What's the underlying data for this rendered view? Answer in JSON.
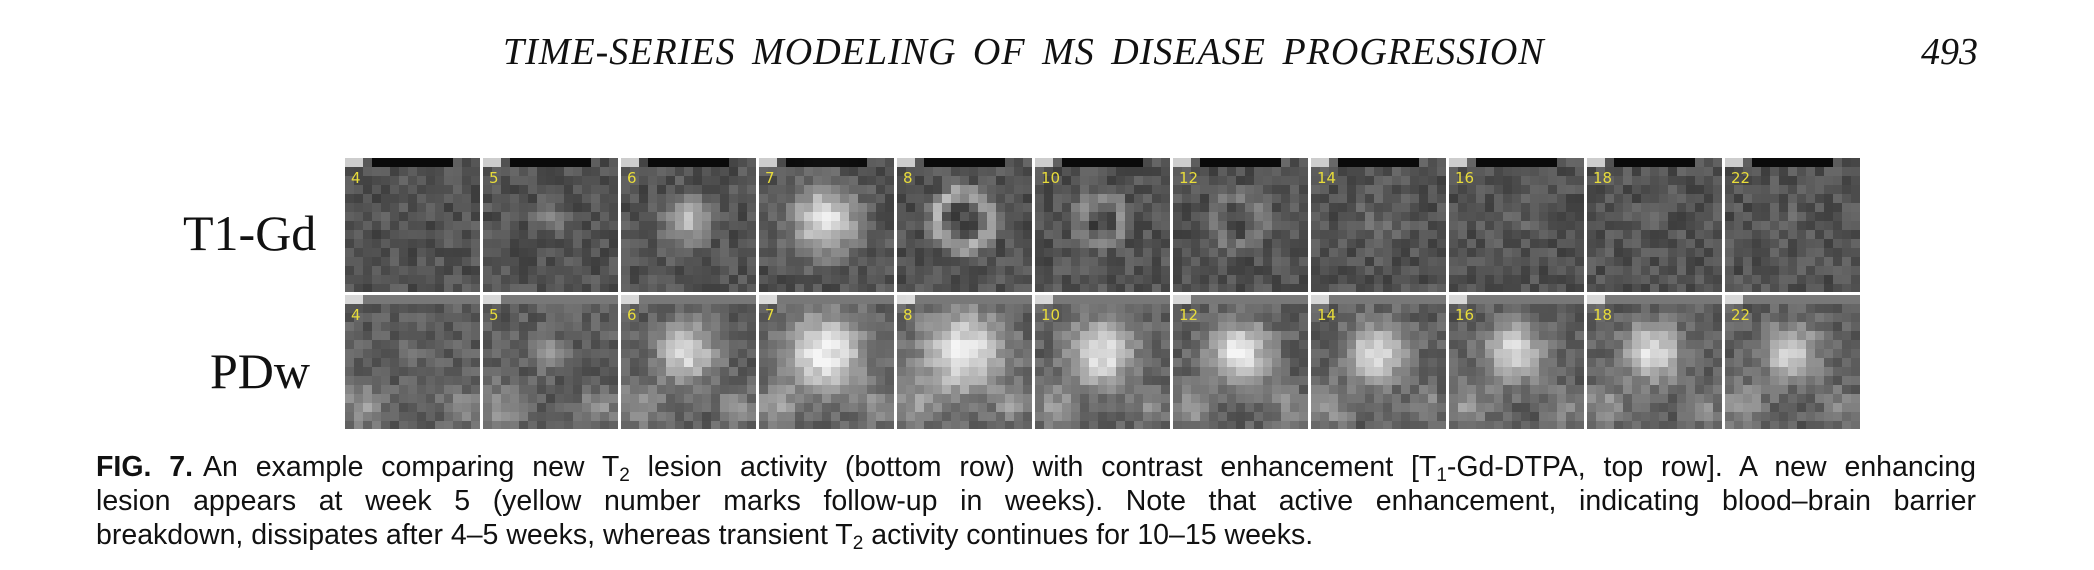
{
  "running_head": {
    "title": "TIME-SERIES MODELING OF MS DISEASE PROGRESSION",
    "page_number": "493"
  },
  "figure": {
    "rows": [
      {
        "label": "T1-Gd",
        "weeks": [
          "4",
          "5",
          "6",
          "7",
          "8",
          "10",
          "12",
          "14",
          "16",
          "18",
          "22"
        ]
      },
      {
        "label": "PDw",
        "weeks": [
          "4",
          "5",
          "6",
          "7",
          "8",
          "10",
          "12",
          "14",
          "16",
          "18",
          "22"
        ]
      }
    ],
    "week_number_color": "#e8dc3a"
  },
  "caption": {
    "label": "FIG. 7.",
    "line1_a": "An example comparing new T",
    "line1_sub1": "2",
    "line1_b": " lesion activity (bottom row) with contrast enhancement [T",
    "line1_sub2": "1",
    "line1_c": "-Gd-DTPA, top row]. A new enhancing",
    "line2": "lesion appears at week 5 (yellow number marks follow-up in weeks). Note that active enhancement, indicating blood–brain barrier",
    "line3_a": "breakdown, dissipates after 4–5 weeks, whereas transient T",
    "line3_sub": "2",
    "line3_b": " activity continues for 10–15 weeks."
  }
}
